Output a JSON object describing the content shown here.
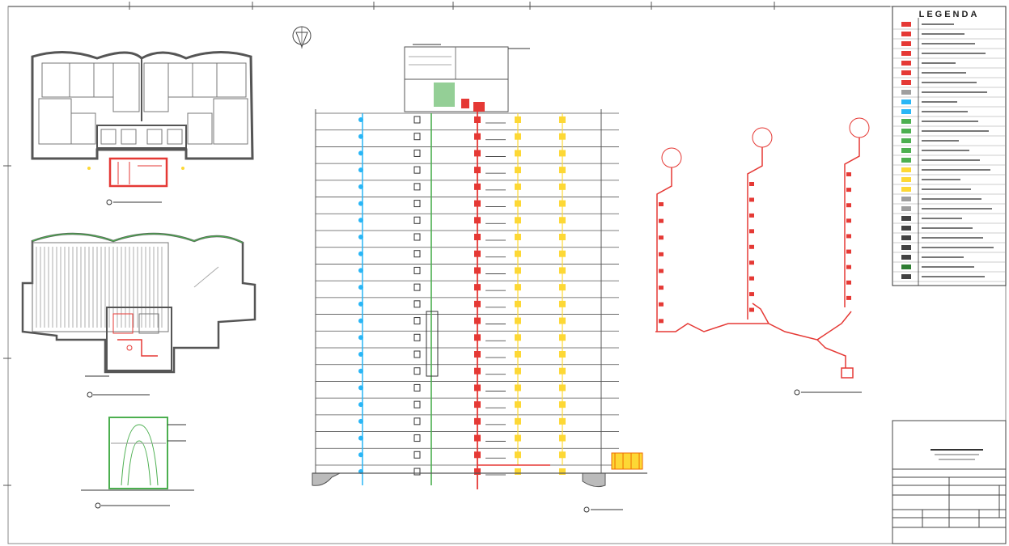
{
  "legend": {
    "title": "LEGENDA",
    "rows": [
      {
        "color": "#e53935"
      },
      {
        "color": "#e53935"
      },
      {
        "color": "#e53935"
      },
      {
        "color": "#e53935"
      },
      {
        "color": "#e53935"
      },
      {
        "color": "#e53935"
      },
      {
        "color": "#e53935"
      },
      {
        "color": "#9e9e9e"
      },
      {
        "color": "#29b6f6"
      },
      {
        "color": "#29b6f6"
      },
      {
        "color": "#4caf50"
      },
      {
        "color": "#4caf50"
      },
      {
        "color": "#4caf50"
      },
      {
        "color": "#4caf50"
      },
      {
        "color": "#4caf50"
      },
      {
        "color": "#fdd835"
      },
      {
        "color": "#fdd835"
      },
      {
        "color": "#fdd835"
      },
      {
        "color": "#9e9e9e"
      },
      {
        "color": "#9e9e9e"
      },
      {
        "color": "#424242"
      },
      {
        "color": "#424242"
      },
      {
        "color": "#424242"
      },
      {
        "color": "#424242"
      },
      {
        "color": "#424242"
      },
      {
        "color": "#2e7d32"
      },
      {
        "color": "#424242"
      }
    ]
  },
  "colors": {
    "cold_water": "#29b6f6",
    "fire_line": "#e53935",
    "gas_line": "#4caf50",
    "hot_water": "#fdd835",
    "drawing_lines": "#333333",
    "frame": "#777777"
  },
  "elevation": {
    "floors": 22
  },
  "isometric": {
    "risers": 3
  }
}
